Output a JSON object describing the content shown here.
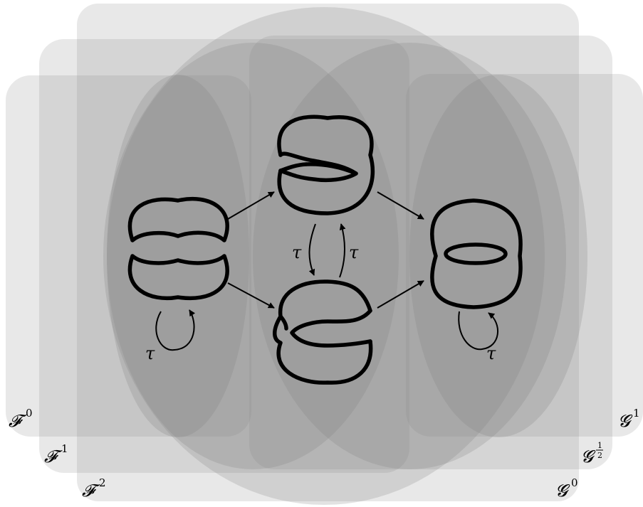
{
  "labels": {
    "F0": "𝓕",
    "F0_sup": "0",
    "F1": "𝓕",
    "F1_sup": "1",
    "F2": "𝓕",
    "F2_sup": "2",
    "G1": "𝓖",
    "G1_sup": "1",
    "Ghalf": "𝓖",
    "Ghalf_sup_num": "1",
    "Ghalf_sup_den": "2",
    "G0": "𝓖",
    "G0_sup": "0"
  },
  "tau": "τ",
  "icons": [
    "arrow-icon",
    "loop-arrow-icon",
    "knot-diagram"
  ]
}
